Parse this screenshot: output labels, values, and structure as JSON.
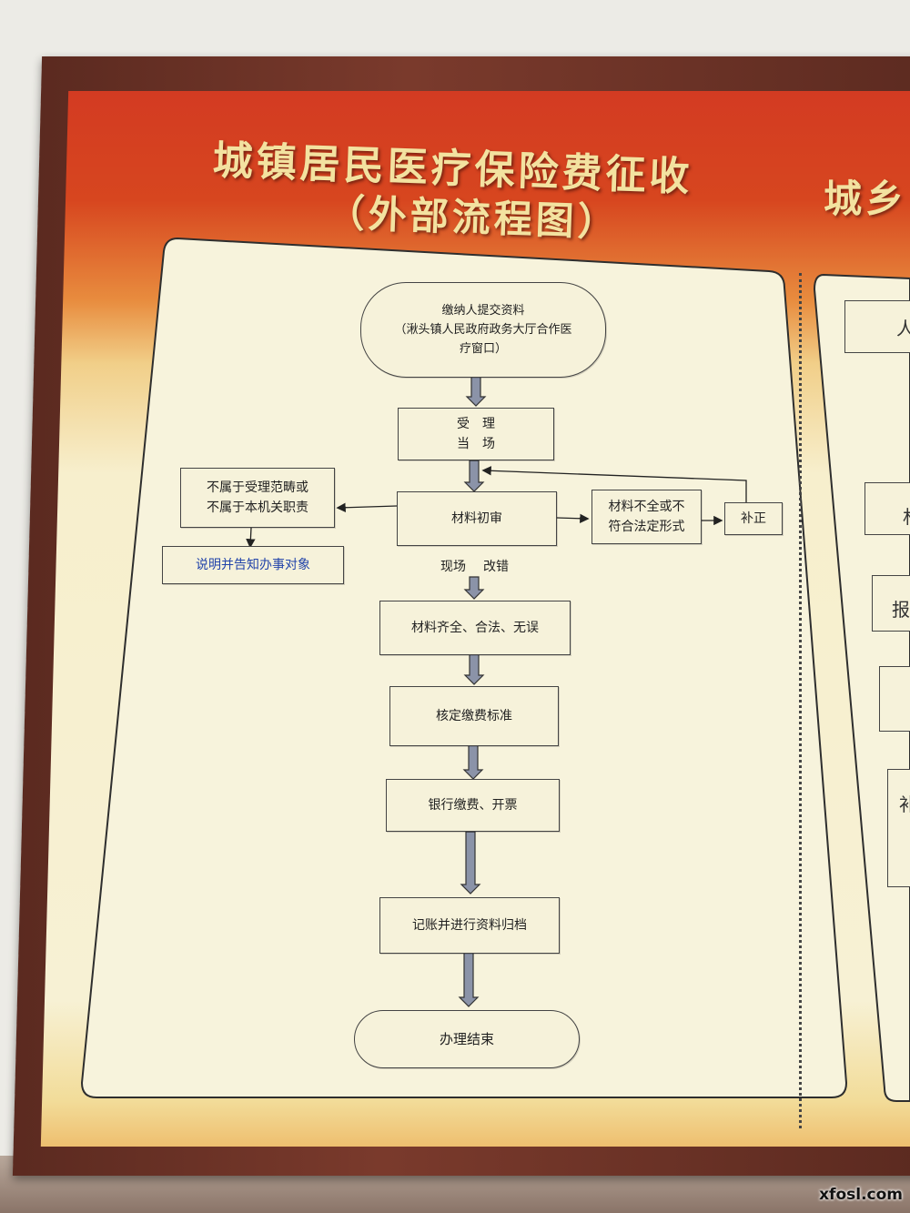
{
  "board": {
    "title_line1": "城镇居民医疗保险费征收",
    "title_line2": "（外部流程图）",
    "title_right": "城乡",
    "right_fragments": [
      "人",
      "材",
      "报",
      "补"
    ]
  },
  "flowchart": {
    "start": {
      "line1": "缴纳人提交资料",
      "line2": "（湫头镇人民政府政务大厅合作医",
      "line3": "疗窗口）"
    },
    "accept": {
      "line1": "受　理",
      "line2": "当　场"
    },
    "review": "材料初审",
    "out_of_scope": {
      "line1": "不属于受理范畴或",
      "line2": "不属于本机关职责"
    },
    "explain_notify": "说明并告知办事对象",
    "incomplete": {
      "line1": "材料不全或不",
      "line2": "符合法定形式"
    },
    "supplement": "补正",
    "edge_label_onsite": "现场",
    "edge_label_correct": "改错",
    "complete": "材料齐全、合法、无误",
    "verify_fee": "核定缴费标准",
    "bank_pay": "银行缴费、开票",
    "archive": "记账并进行资料归档",
    "end": "办理结束"
  },
  "watermark": "xfosl.com",
  "colors": {
    "board_top": "#d33b22",
    "board_panel": "#f7f3dc",
    "title_text": "#f3e2a0",
    "frame": "#6b3326",
    "arrow_fill": "#8b93a8",
    "notify_text": "#2244aa"
  }
}
